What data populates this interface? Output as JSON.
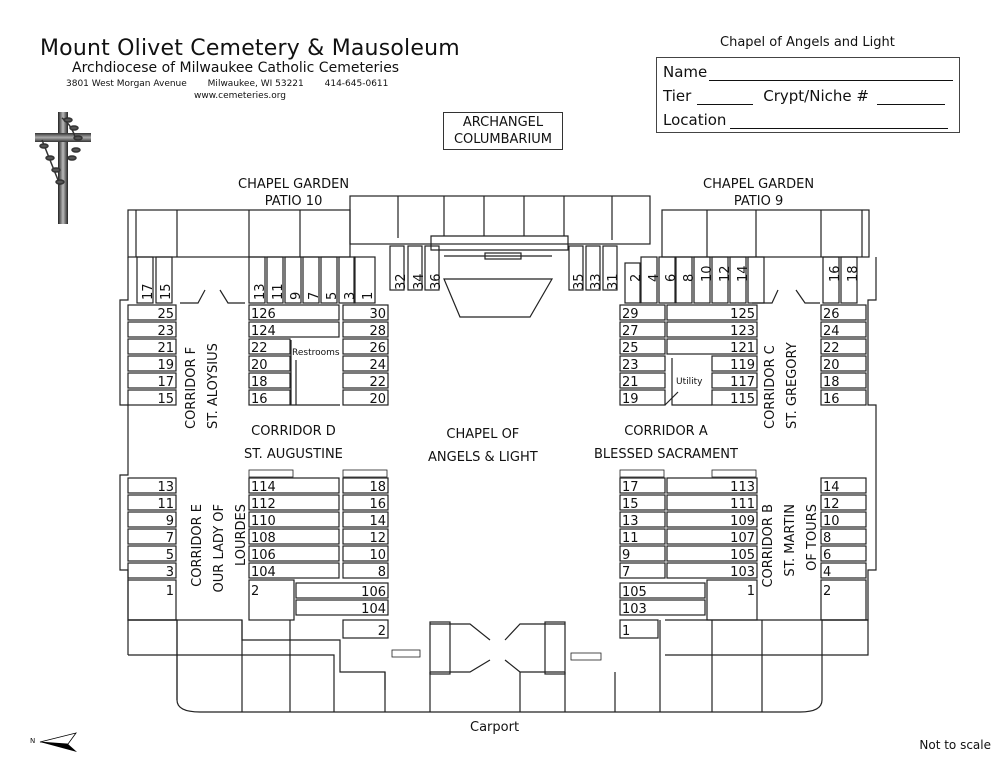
{
  "header": {
    "title": "Mount Olivet Cemetery & Mausoleum",
    "subtitle": "Archdiocese of Milwaukee Catholic Cemeteries",
    "address": "3801 West Morgan Avenue",
    "city": "Milwaukee, WI  53221",
    "phone": "414-645-0611",
    "website": "www.cemeteries.org",
    "logo_icon": "cross-with-vine-icon"
  },
  "form": {
    "title": "Chapel of Angels and Light",
    "name_label": "Name",
    "tier_label": "Tier",
    "crypt_label": "Crypt/Niche #",
    "location_label": "Location",
    "name_value": "",
    "tier_value": "",
    "crypt_value": "",
    "location_value": ""
  },
  "map": {
    "archangel": [
      "ARCHANGEL",
      "COLUMBARIUM"
    ],
    "garden_left": [
      "CHAPEL GARDEN",
      "PATIO 10"
    ],
    "garden_right": [
      "CHAPEL GARDEN",
      "PATIO 9"
    ],
    "chapel": [
      "CHAPEL OF",
      "ANGELS & LIGHT"
    ],
    "corridor_a": [
      "CORRIDOR A",
      "BLESSED SACRAMENT"
    ],
    "corridor_b": [
      "CORRIDOR B",
      "ST. MARTIN",
      "OF TOURS"
    ],
    "corridor_c": [
      "CORRIDOR C",
      "ST. GREGORY"
    ],
    "corridor_d": [
      "CORRIDOR D",
      "ST. AUGUSTINE"
    ],
    "corridor_e": [
      "CORRIDOR E",
      "OUR LADY OF",
      "LOURDES"
    ],
    "corridor_f": [
      "CORRIDOR F",
      "ST. ALOYSIUS"
    ],
    "restrooms": "Restrooms",
    "utility": "Utility",
    "carport": "Carport",
    "north": "N",
    "not_to_scale": "Not to scale",
    "top_left_niches_a": [
      "17",
      "15"
    ],
    "top_left_niches_b": [
      "13",
      "11",
      "9",
      "7",
      "5",
      "3",
      "1"
    ],
    "top_center_left": [
      "32",
      "34",
      "36"
    ],
    "top_center_right": [
      "35",
      "33",
      "31"
    ],
    "top_right_niches_a": [
      "2",
      "4",
      "6",
      "8",
      "10",
      "12",
      "14"
    ],
    "top_right_niches_b": [
      "16",
      "18"
    ],
    "f_outer": [
      "25",
      "23",
      "21",
      "19",
      "17",
      "15"
    ],
    "d_inner_long": [
      "126",
      "124"
    ],
    "d_inner_short": [
      "22",
      "20",
      "18",
      "16"
    ],
    "d_right": [
      "30",
      "28",
      "26",
      "24",
      "22",
      "20"
    ],
    "a_left": [
      "29",
      "27",
      "25",
      "23",
      "21",
      "19"
    ],
    "a_long": [
      "125",
      "123",
      "121"
    ],
    "a_short": [
      "119",
      "117",
      "115"
    ],
    "c_outer": [
      "26",
      "24",
      "22",
      "20",
      "18",
      "16"
    ],
    "e_outer": [
      "13",
      "11",
      "9",
      "7",
      "5",
      "3",
      "1"
    ],
    "e_inner": [
      "114",
      "112",
      "110",
      "108",
      "106",
      "104",
      "2"
    ],
    "e_right": [
      "18",
      "16",
      "14",
      "12",
      "10",
      "8"
    ],
    "e_bottom": [
      "106",
      "104",
      "2"
    ],
    "b_left": [
      "17",
      "15",
      "13",
      "11",
      "9",
      "7"
    ],
    "b_long": [
      "113",
      "111",
      "109",
      "107",
      "105",
      "103"
    ],
    "b_bottom": [
      "105",
      "103",
      "1"
    ],
    "b_bottom_right": "1",
    "b_outer": [
      "14",
      "12",
      "10",
      "8",
      "6",
      "4",
      "2"
    ]
  }
}
